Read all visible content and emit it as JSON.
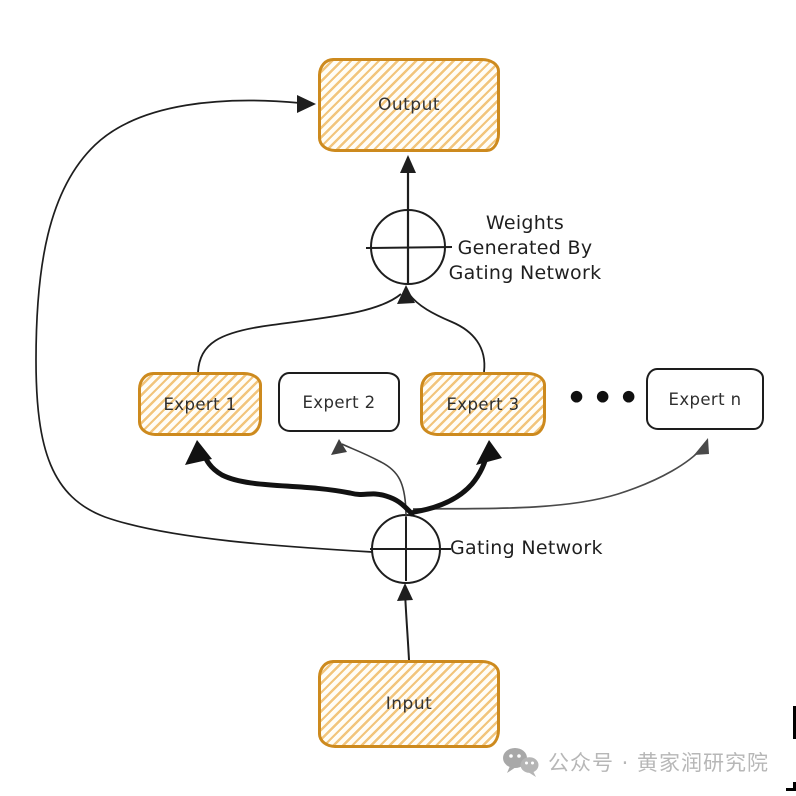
{
  "diagram": {
    "title_semantic": "Mixture of Experts architecture",
    "output": {
      "label": "Output"
    },
    "input": {
      "label": "Input"
    },
    "experts": [
      {
        "label": "Expert 1",
        "style": "highlighted"
      },
      {
        "label": "Expert 2",
        "style": "plain"
      },
      {
        "label": "Expert 3",
        "style": "highlighted"
      },
      {
        "label": "Expert n",
        "style": "plain"
      }
    ],
    "ellipsis": "•••",
    "weights_note": {
      "line1": "Weights",
      "line2": "Generated By",
      "line3": "Gating Network"
    },
    "gating_label": "Gating Network",
    "nodes": {
      "combine_node": "plus-circle",
      "gating_node": "plus-circle"
    },
    "colors": {
      "highlight_border": "#cd8a1e",
      "highlight_hatch": "#f2c57c",
      "line": "#1e1e1e",
      "bold_line": "#121212",
      "watermark_gray": "#b7b7b7"
    }
  },
  "watermark": {
    "icon": "wechat-icon",
    "text": "公众号 · 黄家润研究院"
  }
}
